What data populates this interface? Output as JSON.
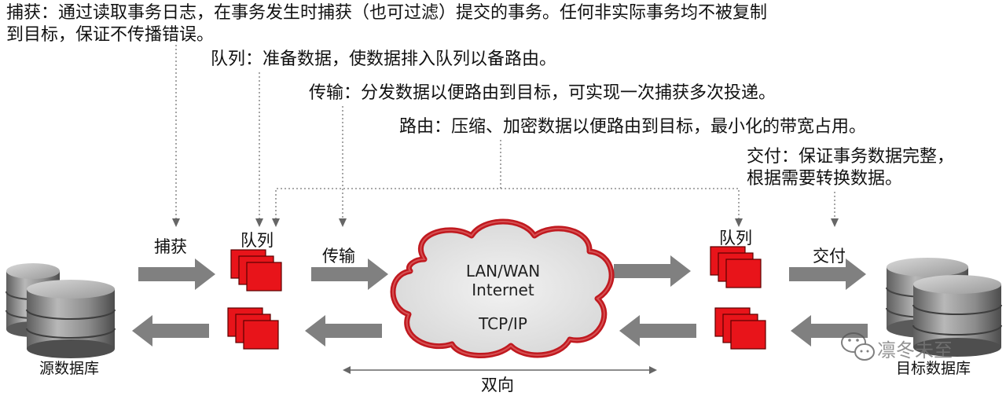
{
  "annotations": {
    "capture_line1": "捕获：通过读取事务日志，在事务发生时捕获（也可过滤）提交的事务。任何非实际事务均不被复制",
    "capture_line2": "到目标，保证不传播错误。",
    "queue": "队列：准备数据，使数据排入队列以备路由。",
    "transport": "传输：分发数据以便路由到目标，可实现一次捕获多次投递。",
    "routing": "路由：压缩、加密数据以便路由到目标，最小化的带宽占用。",
    "delivery_line1": "交付：保证事务数据完整，",
    "delivery_line2": "根据需要转换数据。"
  },
  "flow": {
    "capture": "捕获",
    "queue_left": "队列",
    "transport": "传输",
    "queue_right": "队列",
    "delivery": "交付",
    "bidirectional": "双向"
  },
  "cloud": {
    "line1": "LAN/WAN",
    "line2": "Internet",
    "line3": "TCP/IP"
  },
  "databases": {
    "source": "源数据库",
    "target": "目标数据库"
  },
  "watermark": "凛冬未至",
  "colors": {
    "queue_red": "#e8141a",
    "arrow_gray": "#808080",
    "cloud_border": "#c0191f",
    "db_gray": "#8a8a8a"
  }
}
